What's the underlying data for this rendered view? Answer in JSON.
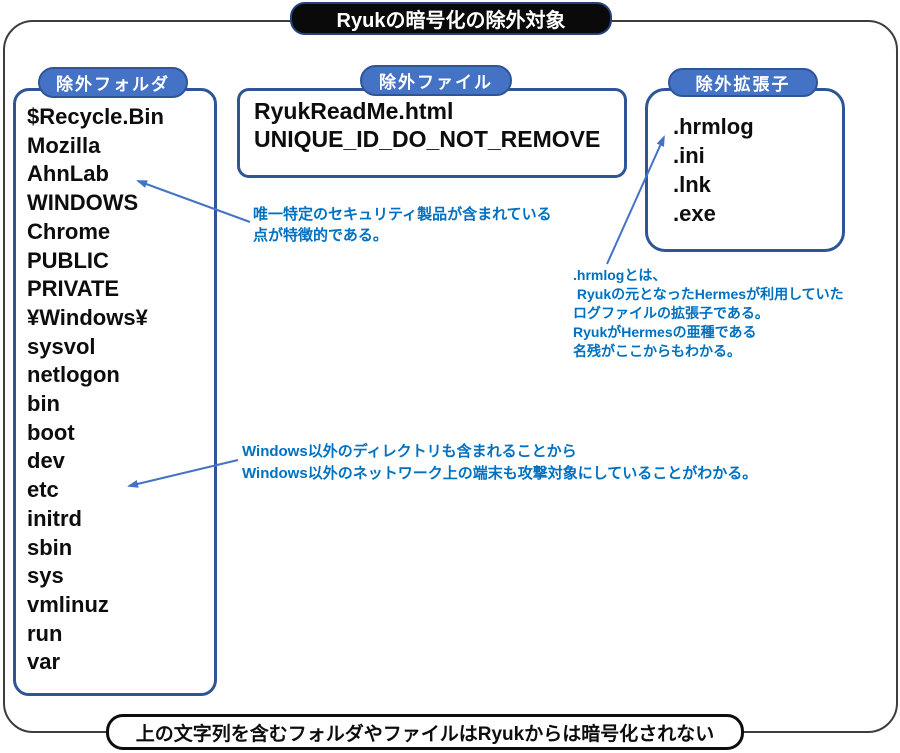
{
  "title": "Ryukの暗号化の除外対象",
  "footer": "上の文字列を含むフォルダやファイルはRyukからは暗号化されない",
  "colors": {
    "pill_blue": "#4472C4",
    "box_border_blue": "#2F5597",
    "note_blue": "#0070C0",
    "arrow_blue": "#4472C4",
    "title_bg": "#0a0a0a"
  },
  "sections": {
    "folders": {
      "label": "除外フォルダ",
      "items": [
        "$Recycle.Bin",
        "Mozilla",
        "AhnLab",
        "WINDOWS",
        "Chrome",
        "PUBLIC",
        "PRIVATE",
        "¥Windows¥",
        "sysvol",
        "netlogon",
        "bin",
        "boot",
        "dev",
        "etc",
        "initrd",
        "sbin",
        "sys",
        "vmlinuz",
        "run",
        "var"
      ]
    },
    "files": {
      "label": "除外ファイル",
      "items": [
        "RyukReadMe.html",
        "UNIQUE_ID_DO_NOT_REMOVE"
      ]
    },
    "extensions": {
      "label": "除外拡張子",
      "items": [
        ".hrmlog",
        ".ini",
        ".lnk",
        ".exe"
      ]
    }
  },
  "annotations": {
    "ahnlab_note": {
      "lines": [
        "唯一特定のセキュリティ製品が含まれている",
        "点が特徴的である。"
      ]
    },
    "hrmlog_note": {
      "lines": [
        ".hrmlogとは、",
        " Ryukの元となったHermesが利用していた",
        "ログファイルの拡張子である。",
        "RyukがHermesの亜種である",
        "名残がここからもわかる。"
      ]
    },
    "nonwindows_note": {
      "lines": [
        "Windows以外のディレクトリも含まれることから",
        "Windows以外のネットワーク上の端末も攻撃対象にしていることがわかる。"
      ]
    }
  }
}
